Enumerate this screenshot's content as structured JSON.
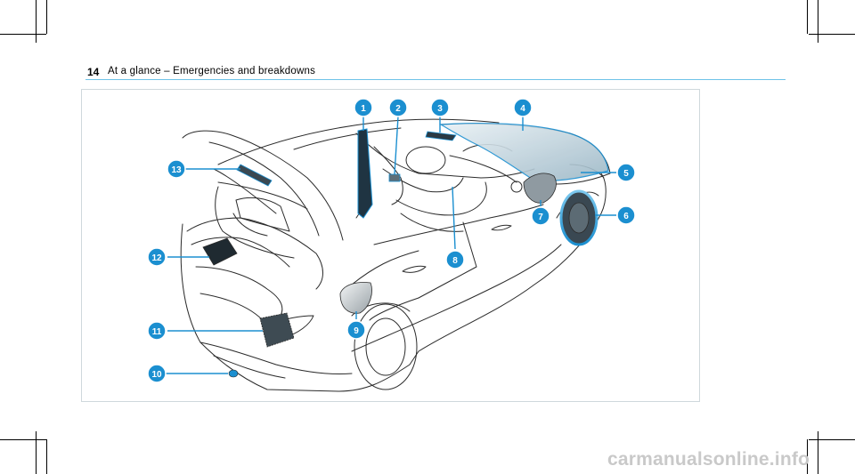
{
  "header": {
    "page_number": "14",
    "title": "At a glance – Emergencies and breakdowns"
  },
  "figure": {
    "callouts": [
      "1",
      "2",
      "3",
      "4",
      "5",
      "6",
      "7",
      "8",
      "9",
      "10",
      "11",
      "12",
      "13"
    ]
  },
  "watermark": {
    "text": "carmanualsonline.info"
  },
  "colors": {
    "accent": "#1b8fd0",
    "rule": "#6ec2e8",
    "line_art": "#2b2b2b"
  }
}
